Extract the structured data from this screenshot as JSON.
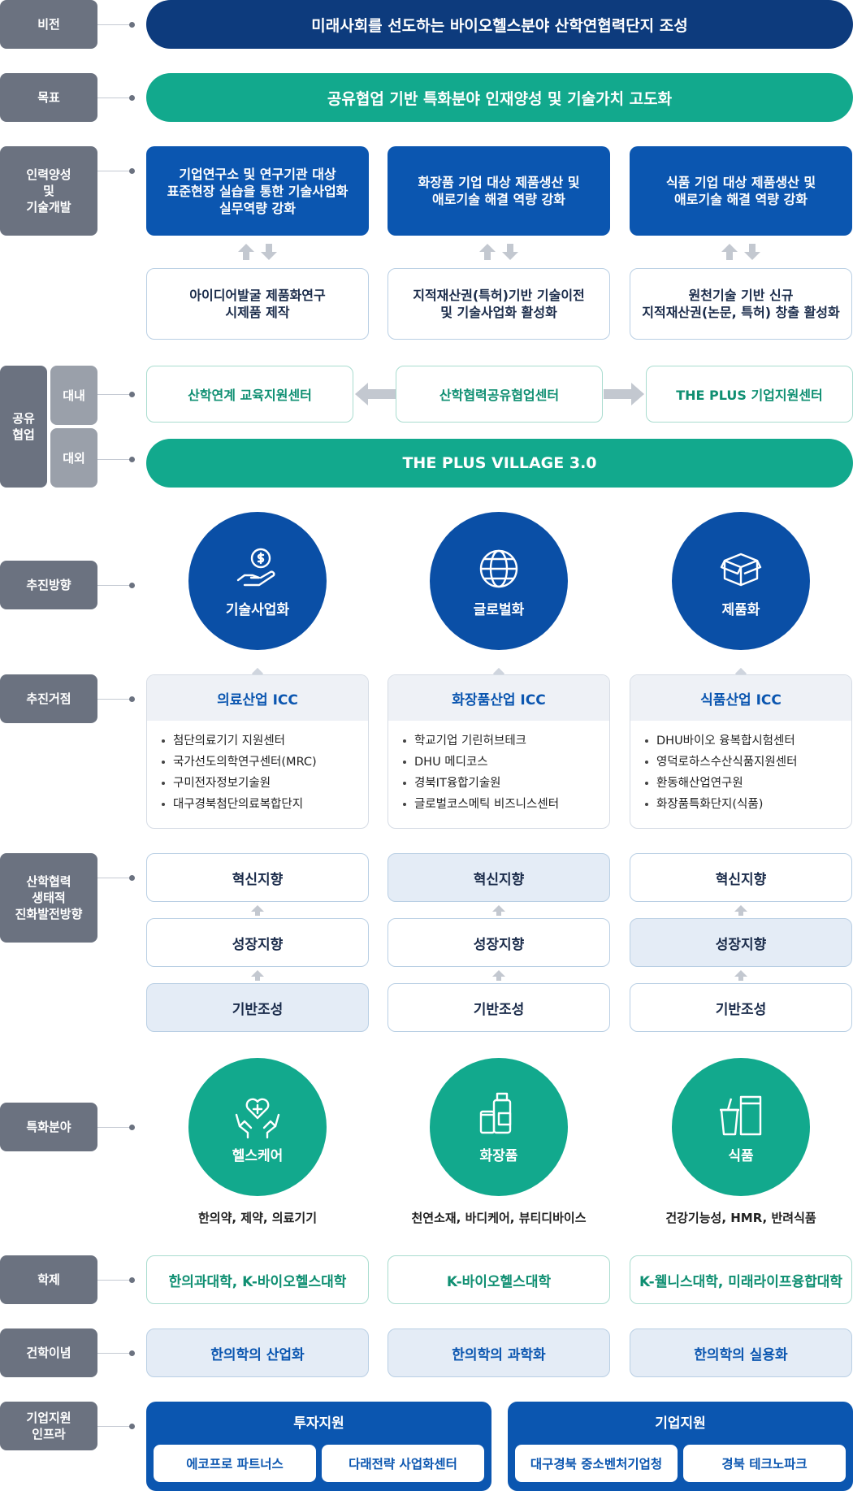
{
  "rows": {
    "vision": {
      "label": "비전",
      "text": "미래사회를 선도하는 바이오헬스분야 산학연협력단지 조성"
    },
    "goal": {
      "label": "목표",
      "text": "공유협업 기반 특화분야 인재양성 및 기술가치 고도화"
    },
    "talent": {
      "label": "인력양성\n및\n기술개발",
      "top_boxes": [
        "기업연구소 및 연구기관 대상\n표준현장 실습을 통한 기술사업화\n실무역량 강화",
        "화장품 기업 대상 제품생산 및\n애로기술 해결 역량 강화",
        "식품 기업 대상 제품생산 및\n애로기술 해결 역량 강화"
      ],
      "bottom_boxes": [
        "아이디어발굴 제품화연구\n시제품 제작",
        "지적재산권(특허)기반 기술이전\n및 기술사업화 활성화",
        "원천기술 기반 신규\n지적재산권(논문, 특허) 창출 활성화"
      ]
    },
    "collab": {
      "label": "공유\n협업",
      "internal_label": "대내",
      "external_label": "대외",
      "internal_boxes": [
        "산학연계 교육지원센터",
        "산학협력공유협업센터",
        "THE PLUS 기업지원센터"
      ],
      "external_text": "THE PLUS VILLAGE 3.0"
    },
    "direction": {
      "label": "추진방향",
      "items": [
        {
          "icon": "money-hand-icon",
          "text": "기술사업화"
        },
        {
          "icon": "globe-icon",
          "text": "글로벌화"
        },
        {
          "icon": "box-icon",
          "text": "제품화"
        }
      ]
    },
    "base": {
      "label": "추진거점",
      "items": [
        {
          "title": "의료산업 ICC",
          "list": [
            "첨단의료기기 지원센터",
            "국가선도의학연구센터(MRC)",
            "구미전자정보기술원",
            "대구경북첨단의료복합단지"
          ]
        },
        {
          "title": "화장품산업 ICC",
          "list": [
            "학교기업 기린허브테크",
            "DHU 메디코스",
            "경북IT융합기술원",
            "글로벌코스메틱 비즈니스센터"
          ]
        },
        {
          "title": "식품산업 ICC",
          "list": [
            "DHU바이오 융복합시험센터",
            "영덕로하스수산식품지원센터",
            "환동해산업연구원",
            "화장품특화단지(식품)"
          ]
        }
      ]
    },
    "ecosystem": {
      "label": "산학협력\n생태적\n진화발전방향",
      "levels": [
        "혁신지향",
        "성장지향",
        "기반조성"
      ],
      "highlight": [
        "기반조성",
        "혁신지향",
        "성장지향"
      ]
    },
    "special": {
      "label": "특화분야",
      "items": [
        {
          "icon": "heart-hands-icon",
          "text": "헬스케어",
          "caption": "한의약, 제약, 의료기기"
        },
        {
          "icon": "cosmetics-icon",
          "text": "화장품",
          "caption": "천연소재, 바디케어, 뷰티디바이스"
        },
        {
          "icon": "food-icon",
          "text": "식품",
          "caption": "건강기능성, HMR, 반려식품"
        }
      ]
    },
    "academic": {
      "label": "학제",
      "items": [
        "한의과대학, K-바이오헬스대학",
        "K-바이오헬스대학",
        "K-웰니스대학, 미래라이프융합대학"
      ]
    },
    "philosophy": {
      "label": "건학이념",
      "items": [
        "한의학의 산업화",
        "한의학의 과학화",
        "한의학의 실용화"
      ]
    },
    "infra": {
      "label": "기업지원\n인프라",
      "groups": [
        {
          "title": "투자지원",
          "items": [
            "에코프로 파트너스",
            "다래전략 사업화센터"
          ]
        },
        {
          "title": "기업지원",
          "items": [
            "대구경북 중소벤처기업청",
            "경북 테크노파크"
          ]
        }
      ]
    }
  },
  "colors": {
    "navy": "#0d3b7d",
    "teal": "#12a98d",
    "blue": "#0b56b0",
    "label_gray": "#6b7280"
  }
}
